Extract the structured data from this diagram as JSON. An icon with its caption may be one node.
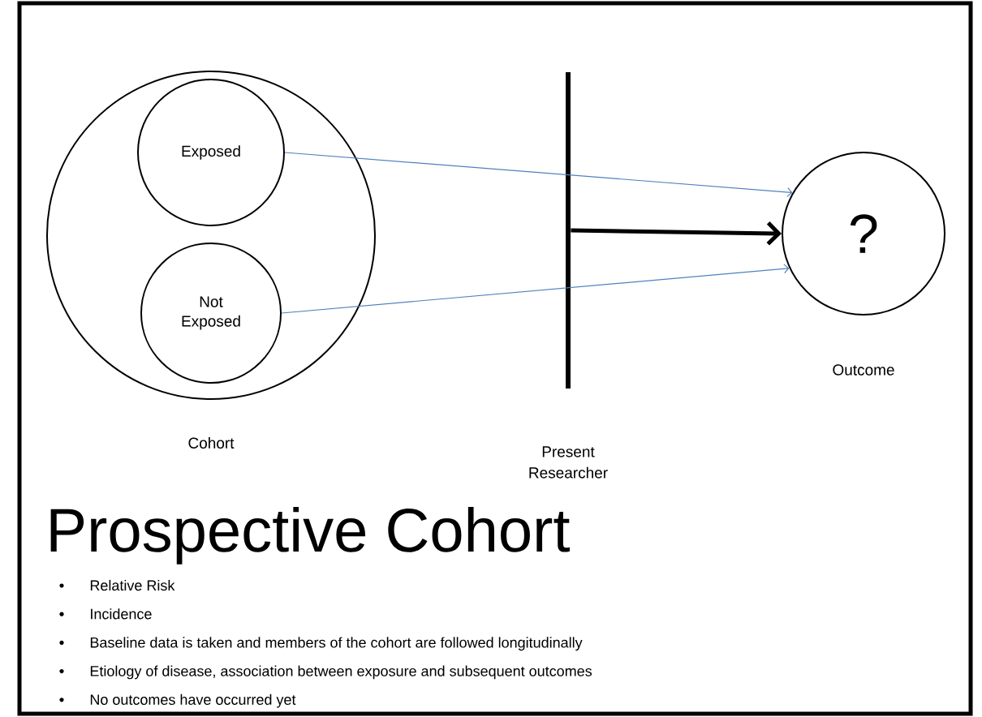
{
  "diagram": {
    "title": "Prospective Cohort",
    "nodes": [
      {
        "text": [],
        "shape": "circle",
        "beside": [
          "Cohort"
        ]
      },
      {
        "text": [
          "Exposed"
        ],
        "in": 0
      },
      {
        "text": [
          "Not Exposed"
        ],
        "in": 0
      },
      {
        "text": [
          "Present Researcher"
        ]
      },
      {
        "text": [
          "?"
        ],
        "beside": [
          "Outcome"
        ]
      }
    ],
    "edges": [
      {
        "from": 1,
        "to": 4,
        "arrow": "to",
        "color": "#4f81bd"
      },
      {
        "from": 2,
        "to": 4,
        "arrow": "to",
        "color": "#4f81bd"
      },
      {
        "from": 3,
        "to": 4,
        "arrow": "to",
        "style": "thick",
        "color": "#000000"
      }
    ],
    "labels": [
      "Relative Risk",
      "Incidence",
      "Baseline data is taken and members of the cohort are followed longitudinally",
      "Etiology of disease, association between exposure and subsequent outcomes",
      "No outcomes have occurred yet"
    ]
  }
}
